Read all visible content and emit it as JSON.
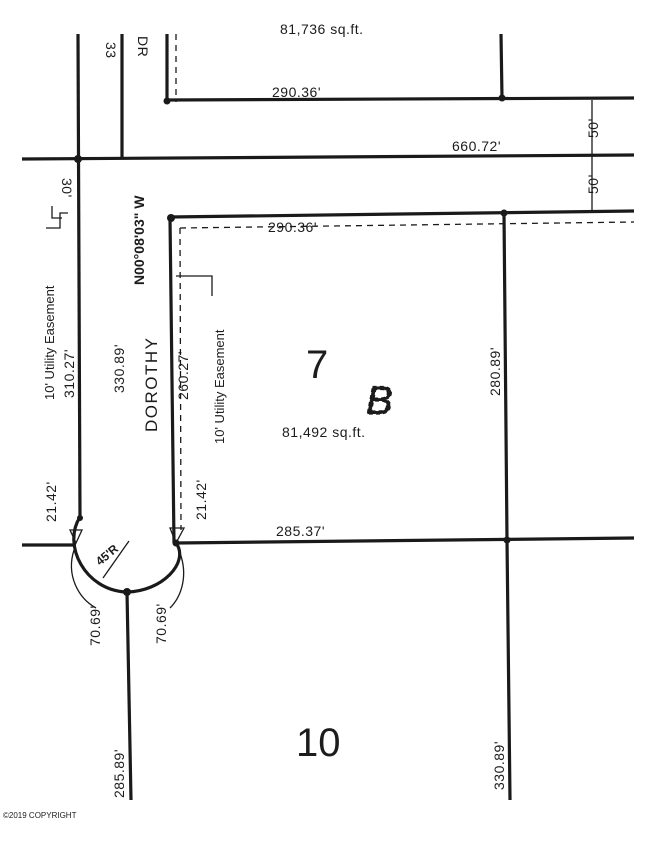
{
  "top_partial_text": "81,736 sq.ft.",
  "street_top_fragment_number": "33",
  "street_top_fragment_word": "DR",
  "street_name": "DOROTHY",
  "bearing": "N00°08'03\" W",
  "dims": {
    "top_lot_bottom": "290.36'",
    "road_width_top": "50'",
    "road_width_bottom": "50'",
    "centerline": "660.72'",
    "lot7_top": "290.36'",
    "left_short": "30'",
    "left_west_line": "310.27'",
    "road_west": "330.89'",
    "lot7_west": "260.27'",
    "lot7_east": "280.89'",
    "lot7_bottom": "285.37'",
    "left_curve_tangent": "21.42'",
    "right_curve_tangent": "21.42'",
    "radius": "45'R",
    "arc_left": "70.69'",
    "arc_right": "70.69'",
    "bottom_left": "285.89'",
    "bottom_right": "330.89'"
  },
  "easements": {
    "left": "10' Utility Easement",
    "right": "10' Utility Easement"
  },
  "lots": {
    "lot7_number": "7",
    "lot7_sub": "B",
    "lot7_area": "81,492 sq.ft.",
    "lot10_number": "10"
  },
  "watermark": "©2019 COPYRIGHT",
  "colors": {
    "ink": "#1a1a1a",
    "paper": "#ffffff"
  }
}
